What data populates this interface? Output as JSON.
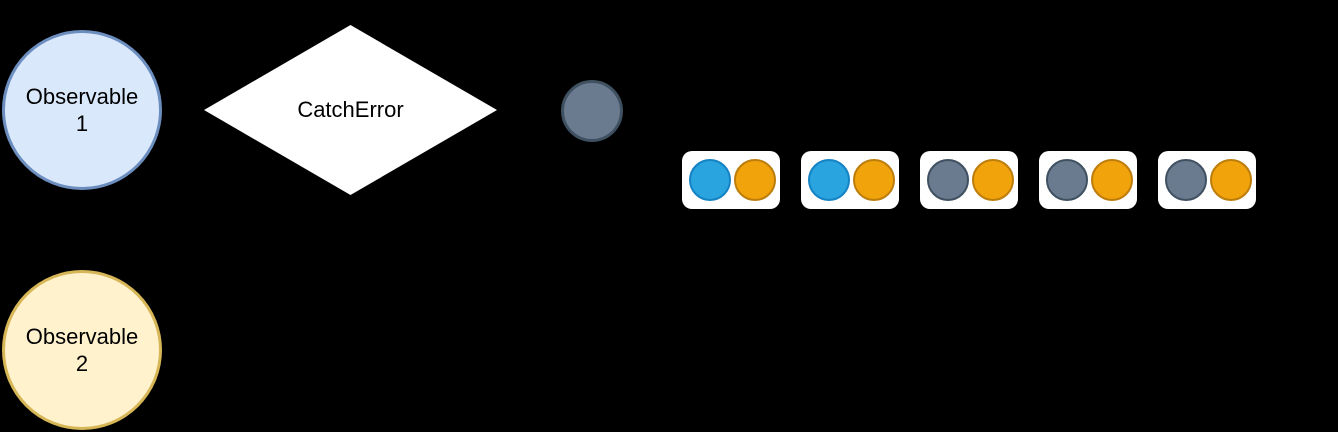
{
  "diagram": {
    "background": "#000000",
    "nodes": {
      "observable1": {
        "label": "Observable 1",
        "fill": "#DAE8FC",
        "stroke": "#6C8EBF"
      },
      "observable2": {
        "label": "Observable 2",
        "fill": "#FFF2CC",
        "stroke": "#D6B656"
      },
      "operator": {
        "label": "CatchError",
        "fill": "#FFFFFF",
        "shape": "diamond"
      },
      "error_event": {
        "shape": "circle",
        "fill": "#6B7B8F",
        "stroke": "#3F5061"
      }
    },
    "marble_colors": {
      "blue": {
        "fill": "#29A4DF",
        "stroke": "#1482C3"
      },
      "orange": {
        "fill": "#F0A30A",
        "stroke": "#BD7D0B"
      },
      "gray": {
        "fill": "#6B7B8F",
        "stroke": "#3F5061"
      }
    },
    "emission_groups": [
      {
        "marbles": [
          "blue",
          "orange"
        ]
      },
      {
        "marbles": [
          "blue",
          "orange"
        ]
      },
      {
        "marbles": [
          "gray",
          "orange"
        ]
      },
      {
        "marbles": [
          "gray",
          "orange"
        ]
      },
      {
        "marbles": [
          "gray",
          "orange"
        ]
      }
    ]
  }
}
